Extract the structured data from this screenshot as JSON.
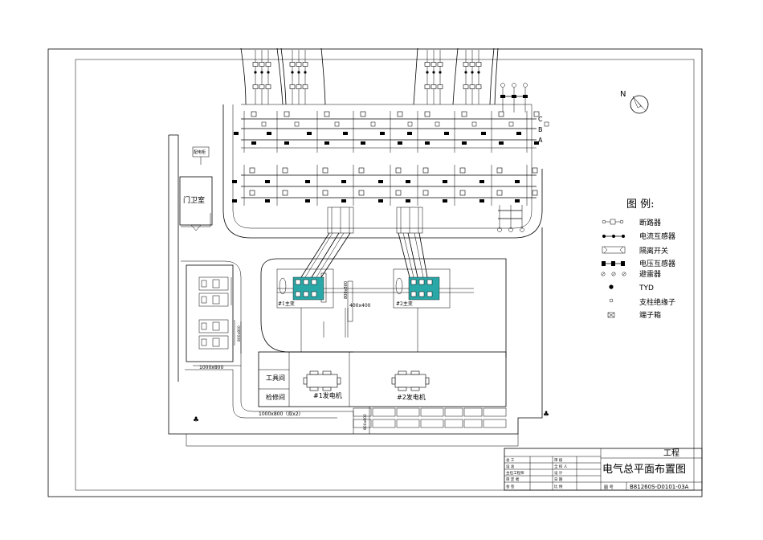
{
  "legend": {
    "title": "图 例:",
    "items": [
      {
        "symbol": "breaker",
        "label": "断路器"
      },
      {
        "symbol": "ct",
        "label": "电流互感器"
      },
      {
        "symbol": "disconnector",
        "label": "隔离开关"
      },
      {
        "symbol": "pt",
        "label": "电压互感器"
      },
      {
        "symbol": "arrester",
        "label": "避雷器"
      },
      {
        "symbol": "tyd",
        "label": "TYD"
      },
      {
        "symbol": "insulator",
        "label": "支柱绝缘子"
      },
      {
        "symbol": "terminal-box",
        "label": "端子箱"
      }
    ]
  },
  "phases": [
    "C",
    "B",
    "A"
  ],
  "rooms": {
    "guard": "门卫室",
    "small_box": "配电柜",
    "tools": "工具间",
    "repair": "检修间"
  },
  "transformers": [
    "#1主变",
    "#2主变"
  ],
  "generators": [
    "#1发电机",
    "#2发电机"
  ],
  "dims": {
    "trench_mid": "400x400",
    "trench_vert": "800x800",
    "trench_left_vert": "800x800",
    "trench_left_h": "1000x800",
    "trench_bottom": "1000x800（双x2)",
    "trench_bottom_vert": "800x800"
  },
  "title_block": {
    "project": "工程",
    "drawing_title": "电气总平面布置图",
    "drawing_no_label": "图  号",
    "drawing_no": "B81260S-D0101-03A",
    "left_rows": [
      "总  工",
      "设  总",
      "主任工程师",
      "审  定  者",
      "会  签"
    ],
    "mid_rows": [
      "审  核",
      "全  校  人",
      "设  计",
      "日  期",
      "比  例"
    ]
  },
  "north": "N"
}
